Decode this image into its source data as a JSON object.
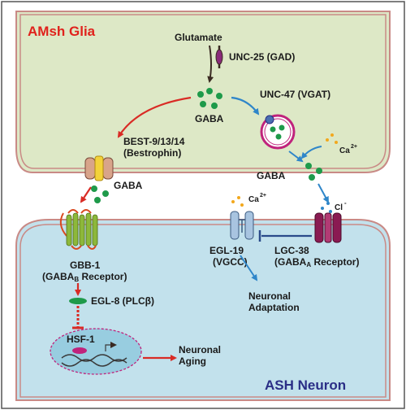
{
  "cells": {
    "glia": "AMsh Glia",
    "neuron": "ASH Neuron"
  },
  "molecules": {
    "glutamate": "Glutamate",
    "unc25": "UNC-25 (GAD)",
    "gaba_top": "GABA",
    "unc47": "UNC-47 (VGAT)",
    "best_line1": "BEST-9/13/14",
    "best_line2": "(Bestrophin)",
    "gaba_left": "GABA",
    "ca_right": "Ca",
    "gaba_right": "GABA",
    "gbb1_line1": "GBB-1",
    "gbb1_line2": "(GABA",
    "gbb1_sub": "B",
    "gbb1_tail": " Receptor)",
    "ca_egl": "Ca",
    "cl": "Cl",
    "egl19_line1": "EGL-19",
    "egl19_line2": "(VGCC)",
    "lgc38_line1": "LGC-38",
    "lgc38_line2": "(GABA",
    "lgc38_sub": "A",
    "lgc38_tail": " Receptor)",
    "egl8": "EGL-8 (PLCβ)",
    "hsf1": "HSF-1",
    "adapt1": "Neuronal",
    "adapt2": "Adaptation",
    "aging1": "Neuronal",
    "aging2": "Aging"
  },
  "colors": {
    "glia_fill": "#dde8c6",
    "neuron_fill": "#c2e1ec",
    "membrane": "#c98a86",
    "glia_title": "#e0221c",
    "neuron_title": "#2a2e86",
    "gaba_dot": "#1e9a4a",
    "red_arrow": "#d92b25",
    "blue_arrow": "#2f86c9"
  }
}
